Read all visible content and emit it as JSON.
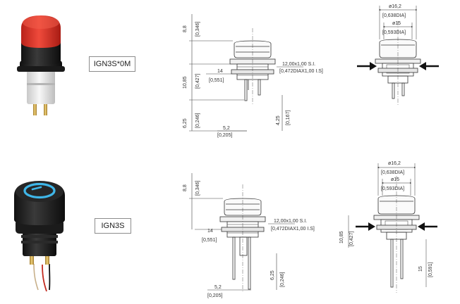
{
  "rows": [
    {
      "model": "IGN3S*0M",
      "cap_color": "#e8392c",
      "side_view": {
        "height_top": "8,8",
        "height_top_in": "[0,346]",
        "height_body": "10,85",
        "height_body_in": "[0,427]",
        "height_pin": "6,25",
        "height_pin_in": "[0,246]",
        "pin_right": "4,25",
        "pin_right_in": "[0,167]",
        "width_14": "14",
        "width_14_in": "[0,551]",
        "thread": "12,00x1,00  S.I.",
        "thread_in": "[0,472DIAX1,00  I.S]",
        "pin_spacing": "5,2",
        "pin_spacing_in": "[0,205]"
      },
      "front_view": {
        "dia_outer": "ø16,2",
        "dia_outer_in": "[0,638DIA]",
        "dia_inner": "ø15",
        "dia_inner_in": "[0,593DIA]"
      }
    },
    {
      "model": "IGN3S",
      "ring_color": "#3fb6e8",
      "side_view": {
        "height_top": "8,8",
        "height_top_in": "[0,346]",
        "width_14": "14",
        "width_14_in": "[0,551]",
        "thread": "12,00x1,00  S.I.",
        "thread_in": "[0,472DIAX1,00  I.S]",
        "pin_right": "6,25",
        "pin_right_in": "[0,246]",
        "pin_spacing": "5,2",
        "pin_spacing_in": "[0,205]"
      },
      "front_view": {
        "dia_outer": "ø16,2",
        "dia_outer_in": "[0,638DIA]",
        "dia_inner": "ø15",
        "dia_inner_in": "[0,593DIA]",
        "height_body": "10,85",
        "height_body_in": "[0,427]",
        "height_pin": "15",
        "height_pin_in": "[0,591]"
      }
    }
  ]
}
